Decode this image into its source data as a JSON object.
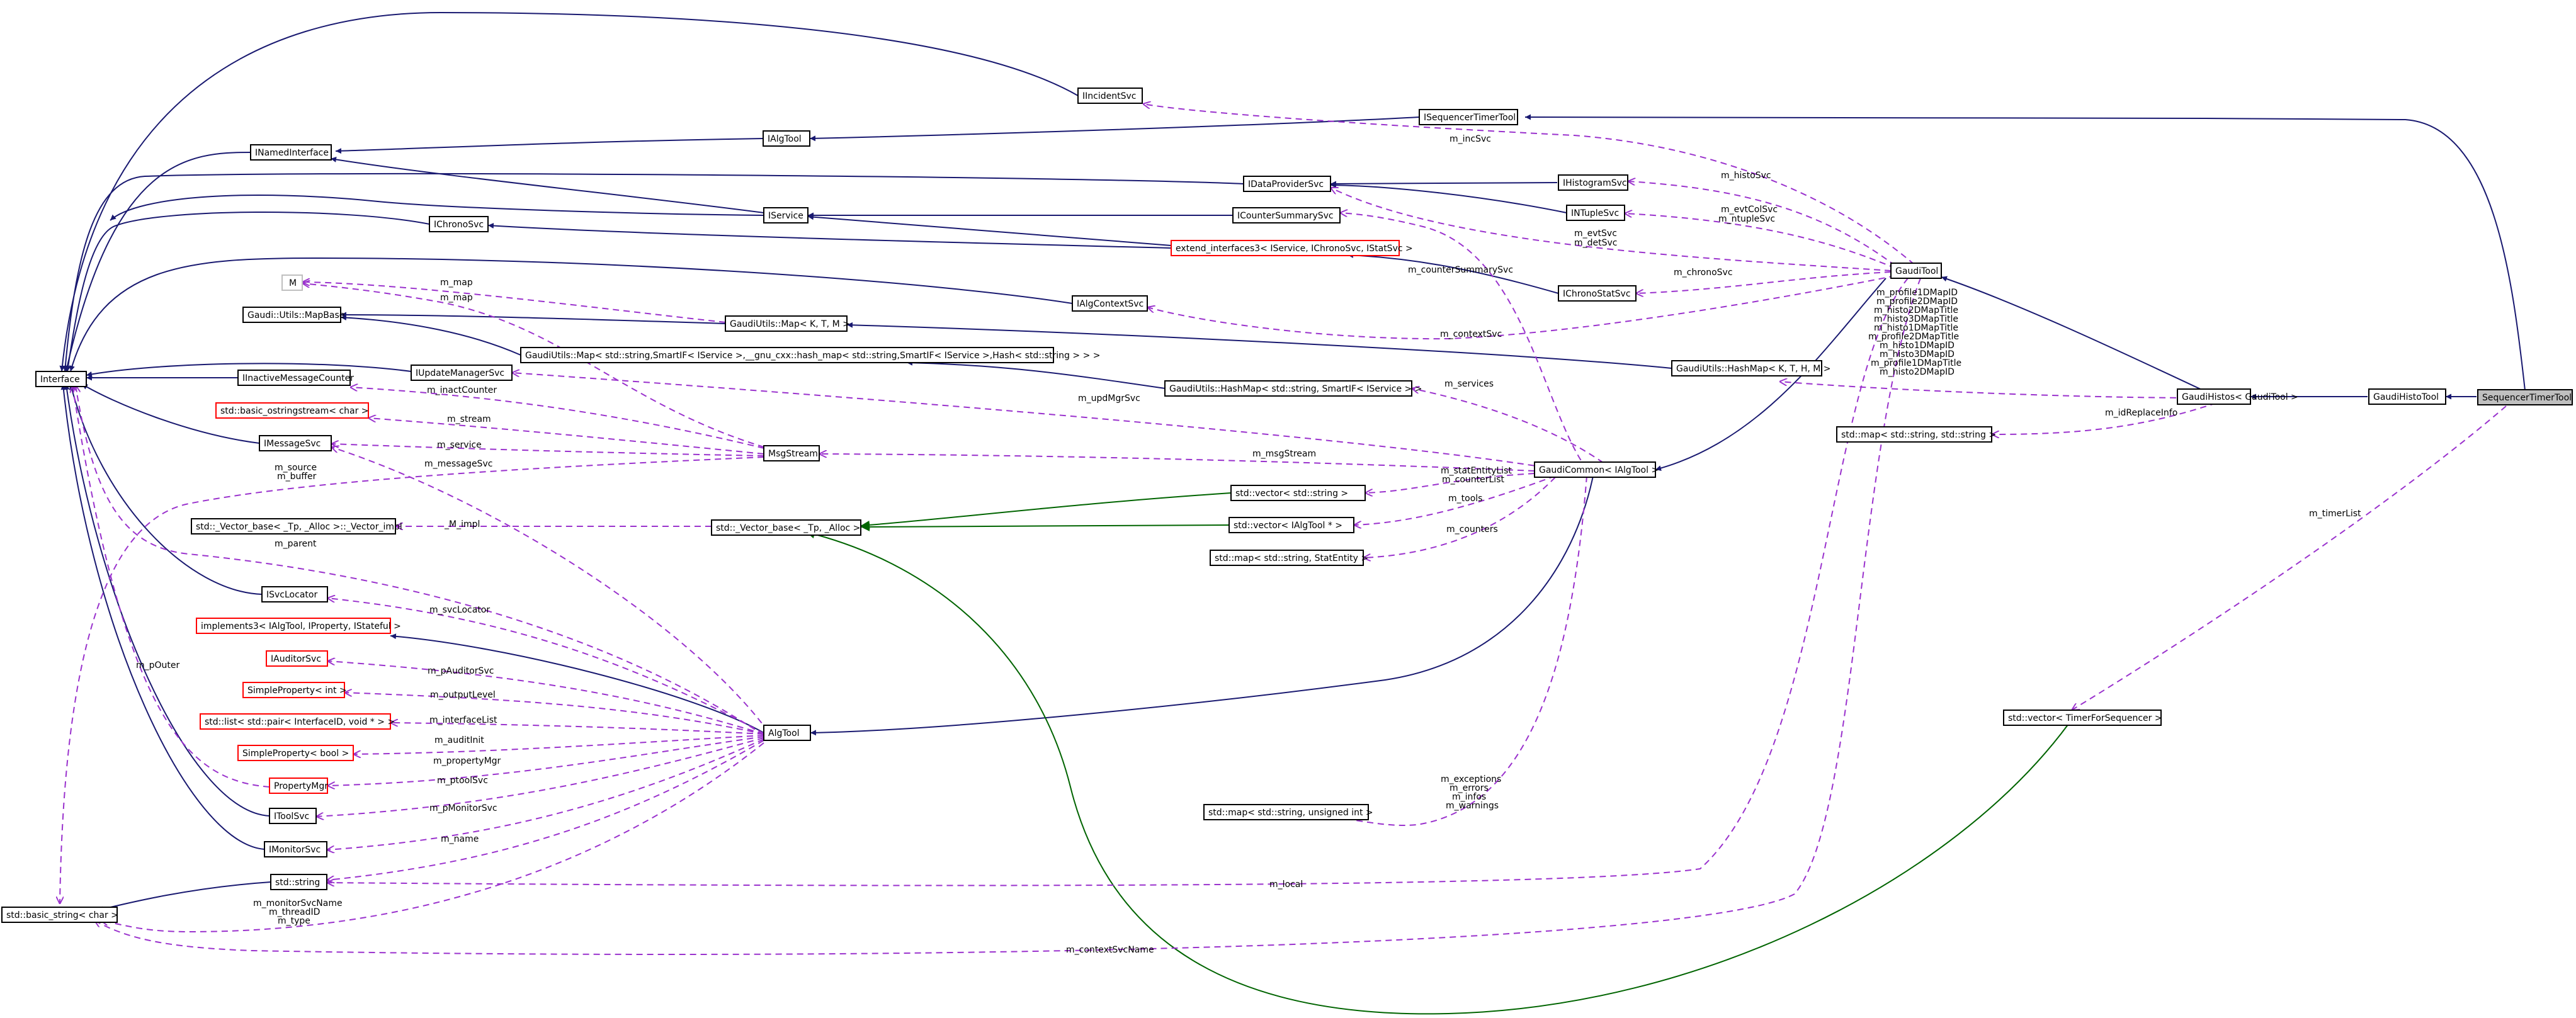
{
  "nodes": {
    "SequencerTimerTool": "SequencerTimerTool",
    "ISequencerTimerTool": "ISequencerTimerTool",
    "IIncidentSvc": "IIncidentSvc",
    "IAlgTool": "IAlgTool",
    "INamedInterface": "INamedInterface",
    "IDataProviderSvc": "IDataProviderSvc",
    "IHistogramSvc": "IHistogramSvc",
    "IService": "IService",
    "ICounterSummarySvc": "ICounterSummarySvc",
    "INTupleSvc": "INTupleSvc",
    "IChronoSvc": "IChronoSvc",
    "extend_interfaces3": "extend_interfaces3< IService, IChronoSvc, IStatSvc >",
    "GaudiTool": "GaudiTool",
    "M": "M",
    "IChronoStatSvc": "IChronoStatSvc",
    "IAlgContextSvc": "IAlgContextSvc",
    "MapBase": "Gaudi::Utils::MapBase",
    "GaudiUtilsMapKTM": "GaudiUtils::Map< K, T, M >",
    "Interface": "Interface",
    "IInactiveMessageCounter": "IInactiveMessageCounter",
    "IUpdateManagerSvc": "IUpdateManagerSvc",
    "GaudiUtilsMapString": "GaudiUtils::Map< std::string,SmartIF< IService >,__gnu_cxx::hash_map< std::string,SmartIF< IService >,Hash< std::string > > >",
    "GaudiUtilsHashMapKTHM": "GaudiUtils::HashMap< K, T, H, M >",
    "GaudiUtilsHashMapString": "GaudiUtils::HashMap< std::string, SmartIF< IService > >",
    "GaudiHistosGaudiTool": "GaudiHistos< GaudiTool >",
    "GaudiHistoTool": "GaudiHistoTool",
    "BasicOstringstream": "std::basic_ostringstream< char >",
    "IMessageSvc": "IMessageSvc",
    "MsgStream": "MsgStream",
    "MapStringString": "std::map< std::string, std::string >",
    "GaudiCommon": "GaudiCommon< IAlgTool >",
    "VectorString": "std::vector< std::string >",
    "VectorBaseImpl": "std::_Vector_base< _Tp, _Alloc >::_Vector_impl",
    "VectorBase": "std::_Vector_base< _Tp, _Alloc >",
    "VectorIAlgTool": "std::vector< IAlgTool * >",
    "MapStatEntity": "std::map< std::string, StatEntity >",
    "ISvcLocator": "ISvcLocator",
    "implements3": "implements3< IAlgTool, IProperty, IStateful >",
    "IAuditorSvc": "IAuditorSvc",
    "SimplePropertyInt": "SimpleProperty< int >",
    "VectorTimerForSequencer": "std::vector< TimerForSequencer >",
    "ListPair": "std::list< std::pair< InterfaceID, void * > >",
    "SimplePropertyBool": "SimpleProperty< bool >",
    "PropertyMgr": "PropertyMgr",
    "AlgTool": "AlgTool",
    "IToolSvc": "IToolSvc",
    "MapStringUnsigned": "std::map< std::string, unsigned int >",
    "IMonitorSvc": "IMonitorSvc",
    "StdString": "std::string",
    "BasicString": "std::basic_string< char >"
  },
  "edge_labels": {
    "m_incSvc": "m_incSvc",
    "m_histoSvc": "m_histoSvc",
    "m_evtColSvc": "m_evtColSvc",
    "m_ntupleSvc": "m_ntupleSvc",
    "m_evtSvc": "m_evtSvc",
    "m_detSvc": "m_detSvc",
    "m_counterSummarySvc": "m_counterSummarySvc",
    "m_chronoSvc": "m_chronoSvc",
    "m_map_1": "m_map",
    "m_map_2": "m_map",
    "m_contextSvc": "m_contextSvc",
    "gt_1": "m_profile1DMapID",
    "gt_2": "m_profile2DMapID",
    "gt_3": "m_histo2DMapTitle",
    "gt_4": "m_histo3DMapTitle",
    "gt_5": "m_histo1DMapTitle",
    "gt_6": "m_profile2DMapTitle",
    "gt_7": "m_histo1DMapID",
    "gt_8": "m_histo3DMapID",
    "gt_9": "m_profile1DMapTitle",
    "gt_10": "m_histo2DMapID",
    "m_inactCounter": "m_inactCounter",
    "m_services": "m_services",
    "m_updMgrSvc": "m_updMgrSvc",
    "m_idReplaceInfo": "m_idReplaceInfo",
    "m_stream": "m_stream",
    "m_service": "m_service",
    "m_msgStream": "m_msgStream",
    "m_messageSvc": "m_messageSvc",
    "m_source": "m_source",
    "m_buffer": "m_buffer",
    "m_statEntityList": "m_statEntityList",
    "m_counterList": "m_counterList",
    "M_impl": "_M_impl",
    "m_tools": "m_tools",
    "m_timerList": "m_timerList",
    "m_counters": "m_counters",
    "m_parent": "m_parent",
    "m_svcLocator": "m_svcLocator",
    "m_pAuditorSvc": "m_pAuditorSvc",
    "m_outputLevel": "m_outputLevel",
    "m_pOuter": "m_pOuter",
    "m_interfaceList": "m_interfaceList",
    "m_auditInit": "m_auditInit",
    "m_propertyMgr": "m_propertyMgr",
    "m_ptoolSvc": "m_ptoolSvc",
    "m_exceptions": "m_exceptions",
    "m_errors": "m_errors",
    "m_infos": "m_infos",
    "m_warnings": "m_warnings",
    "m_pMonitorSvc": "m_pMonitorSvc",
    "m_name": "m_name",
    "m_local": "m_local",
    "m_monitorSvcName": "m_monitorSvcName",
    "m_threadID": "m_threadID",
    "m_type": "m_type",
    "m_contextSvcName": "m_contextSvcName"
  },
  "colors": {
    "inheritance": "#191970",
    "template": "#006400",
    "usage": "#9a32cd",
    "highlight_fill": "#bfbfbf",
    "undocumented_border": "#ff0000"
  }
}
